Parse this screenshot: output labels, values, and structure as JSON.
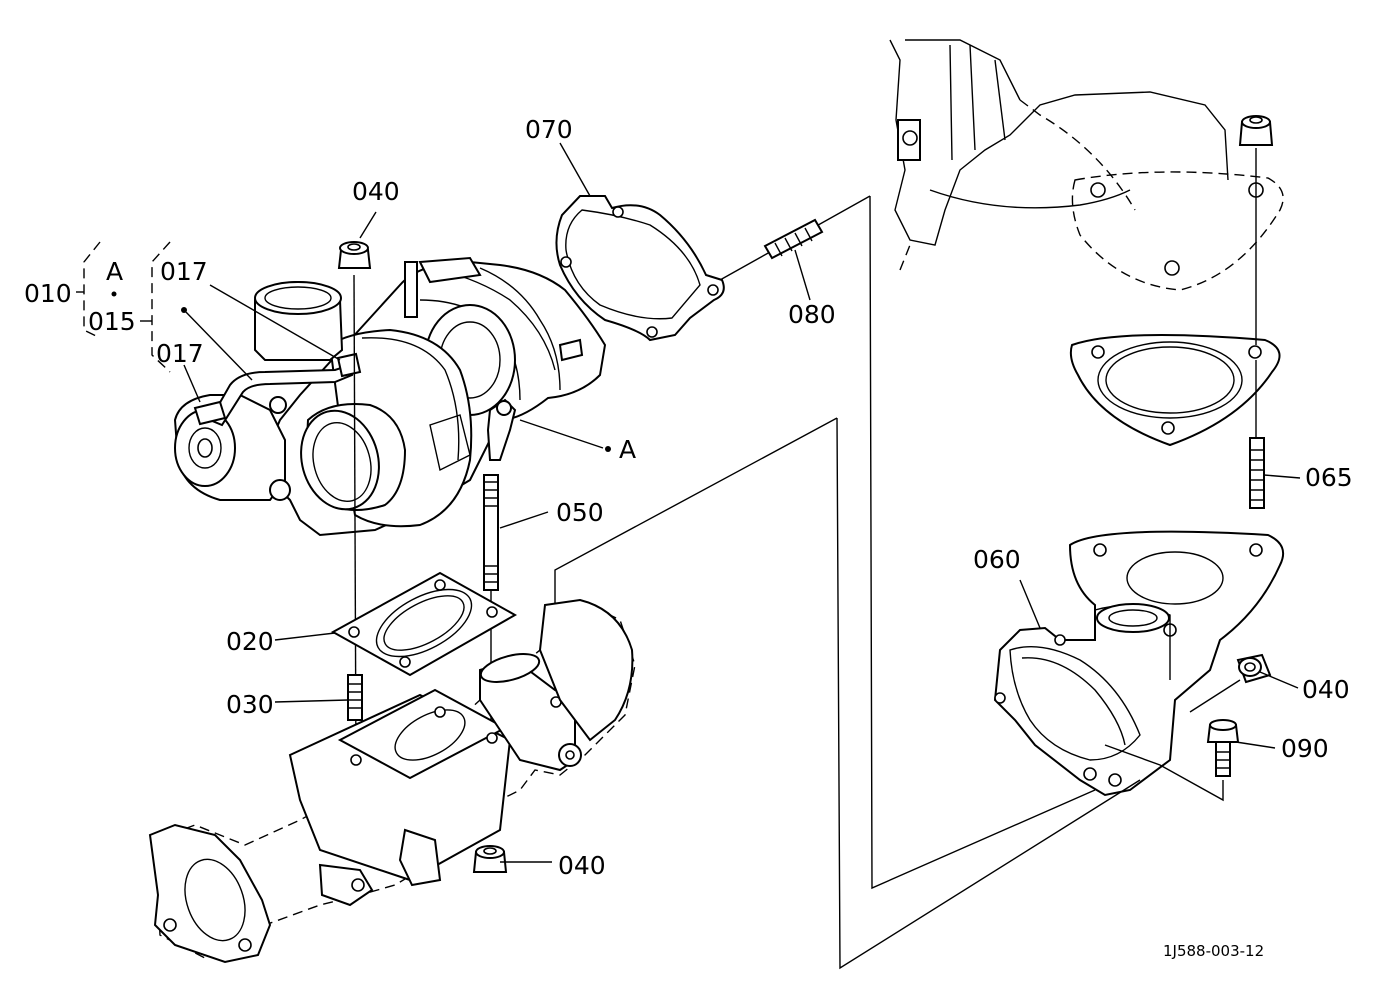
{
  "labels": {
    "p010": "010",
    "p015": "015",
    "p017a": "017",
    "p017b": "017",
    "p020": "020",
    "p030": "030",
    "p040a": "040",
    "p040b": "040",
    "p040c": "040",
    "p050": "050",
    "p060": "060",
    "p065": "065",
    "p070": "070",
    "p080": "080",
    "p090": "090",
    "refA1": "A",
    "refA2": "A"
  },
  "drawing_code": "1J588-003-12"
}
